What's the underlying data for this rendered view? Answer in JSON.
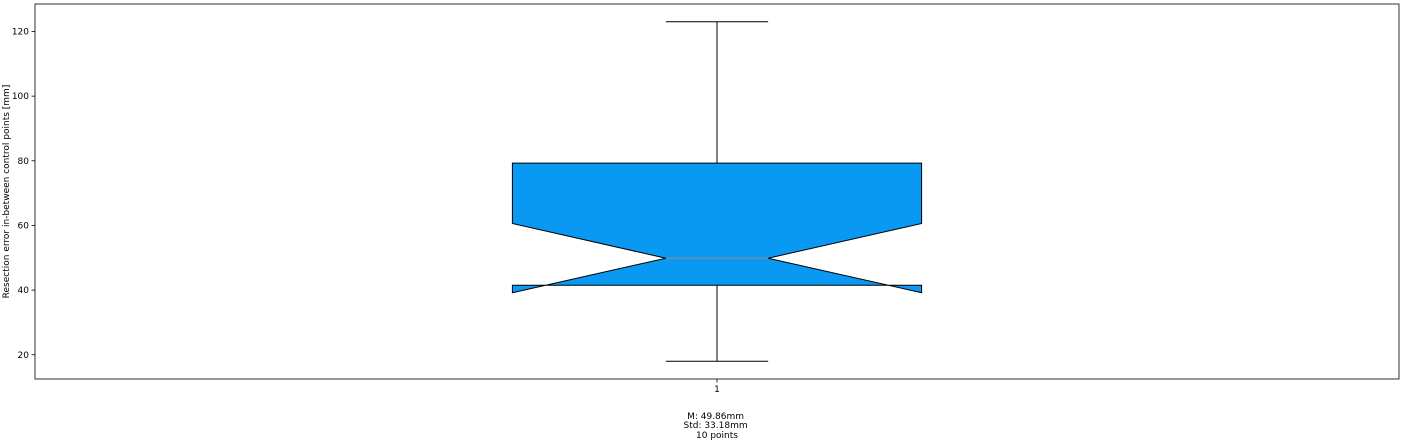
{
  "chart_data": {
    "type": "boxplot",
    "title": "",
    "xlabel": "",
    "ylabel": "Resection error in-between control points [mm]",
    "categories": [
      "1"
    ],
    "yticks": [
      20,
      40,
      60,
      80,
      100,
      120
    ],
    "ylim": [
      12.5,
      128.5
    ],
    "xlim": [
      0.5,
      1.5
    ],
    "grid": false,
    "notched": true,
    "box_color": "#0a99f2",
    "edge_color": "#000000",
    "median_color": "#8a8a8a",
    "boxes": [
      {
        "category": "1",
        "whisker_low": 18,
        "q1": 41.5,
        "notch_low": 39.2,
        "median": 49.86,
        "notch_high": 60.6,
        "q3": 79.3,
        "whisker_high": 123
      }
    ],
    "annotation_lines": [
      "M: 49.86mm",
      "Std: 33.18mm",
      "10 points"
    ]
  }
}
